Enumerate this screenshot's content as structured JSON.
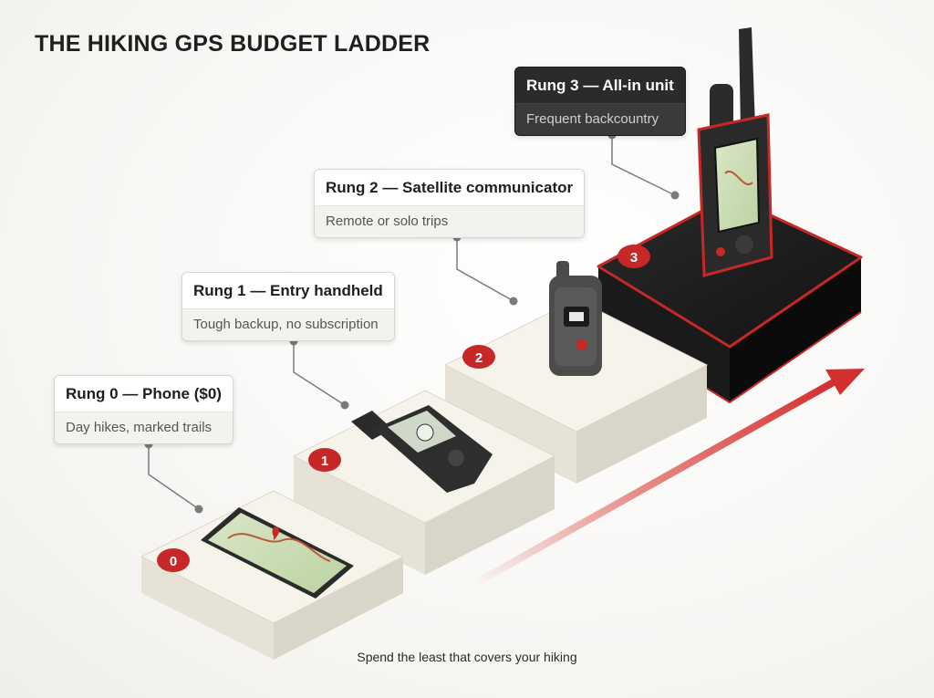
{
  "title": "THE HIKING GPS BUDGET LADDER",
  "caption": "Spend the least that covers your hiking",
  "colors": {
    "accent": "#c62828",
    "dark_step": "#1b1b1b",
    "light_step": "#f3f0e7"
  },
  "rungs": [
    {
      "number": "0",
      "title": "Rung 0 — Phone ($0)",
      "subtitle": "Day hikes, marked trails",
      "device_icon": "smartphone-map-icon"
    },
    {
      "number": "1",
      "title": "Rung 1 — Entry handheld",
      "subtitle": "Tough backup, no subscription",
      "device_icon": "handheld-gps-icon"
    },
    {
      "number": "2",
      "title": "Rung 2 — Satellite communicator",
      "subtitle": "Remote or solo trips",
      "device_icon": "satellite-communicator-icon"
    },
    {
      "number": "3",
      "title": "Rung 3 — All-in unit",
      "subtitle": "Frequent backcountry",
      "device_icon": "advanced-gps-unit-icon"
    }
  ]
}
